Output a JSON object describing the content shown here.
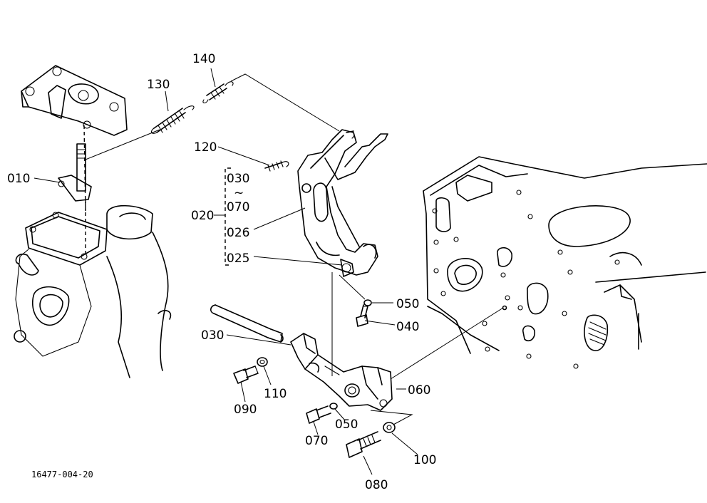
{
  "drawing_code": "16477-004-20",
  "group_range": {
    "start": "030",
    "tilde": "~",
    "end": "070"
  },
  "callouts": {
    "c010": "010",
    "c020": "020",
    "c025": "025",
    "c026": "026",
    "c030": "030",
    "c040": "040",
    "c050a": "050",
    "c050b": "050",
    "c060": "060",
    "c070": "070",
    "c080": "080",
    "c090": "090",
    "c100": "100",
    "c110": "110",
    "c120": "120",
    "c130": "130",
    "c140": "140"
  }
}
